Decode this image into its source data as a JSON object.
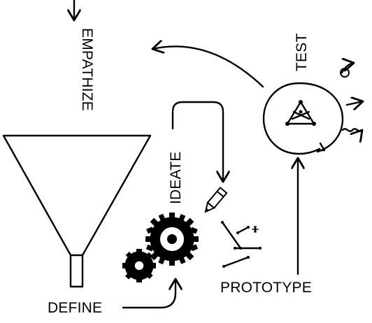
{
  "diagram": {
    "labels": {
      "empathize": "EMPATHIZE",
      "define": "DEFINE",
      "ideate": "IDEATE",
      "prototype": "PROTOTYPE",
      "test": "TEST"
    },
    "icons": {
      "funnel": "funnel-icon",
      "gears": "gears-icon",
      "pencil": "pencil-icon",
      "prototype_sticks": "prototype-sticks-icon",
      "speech_bubble": "speech-bubble-icon",
      "test_symbol": "triangle-network-icon",
      "wave_arrows": "output-arrows-icon"
    },
    "colors": {
      "ink": "#000000",
      "background": "#ffffff"
    }
  }
}
